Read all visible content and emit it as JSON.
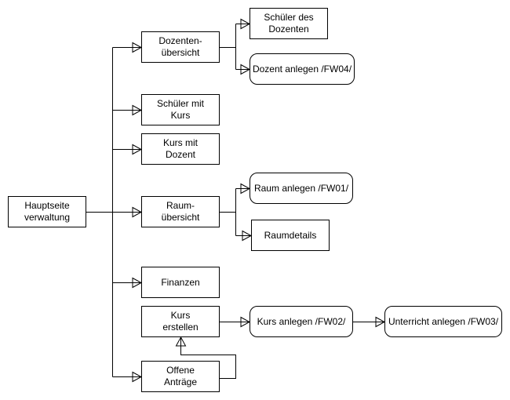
{
  "diagram": {
    "background_color": "#ffffff",
    "stroke_color": "#000000",
    "node_fill_color": "#ffffff",
    "nodes": {
      "hauptseite": {
        "label": "Hauptseite\nverwaltung",
        "shape": "rectangle"
      },
      "dozentenuebersicht": {
        "label": "Dozenten-\nübersicht",
        "shape": "rectangle"
      },
      "schueler_mit_kurs": {
        "label": "Schüler mit\nKurs",
        "shape": "rectangle"
      },
      "kurs_mit_dozent": {
        "label": "Kurs mit\nDozent",
        "shape": "rectangle"
      },
      "raumuebersicht": {
        "label": "Raum-\nübersicht",
        "shape": "rectangle"
      },
      "finanzen": {
        "label": "Finanzen",
        "shape": "rectangle"
      },
      "kurs_erstellen": {
        "label": "Kurs\nerstellen",
        "shape": "rectangle"
      },
      "offene_antraege": {
        "label": "Offene\nAnträge",
        "shape": "rectangle"
      },
      "schueler_des_dozenten": {
        "label": "Schüler des\nDozenten",
        "shape": "rectangle"
      },
      "dozent_anlegen": {
        "label": "Dozent anlegen /FW04/",
        "shape": "rounded"
      },
      "raum_anlegen": {
        "label": "Raum anlegen /FW01/",
        "shape": "rounded"
      },
      "raumdetails": {
        "label": "Raumdetails",
        "shape": "rectangle"
      },
      "kurs_anlegen": {
        "label": "Kurs anlegen /FW02/",
        "shape": "rounded"
      },
      "unterricht_anlegen": {
        "label": "Unterricht anlegen /FW03/",
        "shape": "rounded"
      }
    },
    "edges": [
      {
        "from": "hauptseite",
        "to": "dozentenuebersicht",
        "arrow": "open-triangle"
      },
      {
        "from": "hauptseite",
        "to": "schueler_mit_kurs",
        "arrow": "open-triangle"
      },
      {
        "from": "hauptseite",
        "to": "kurs_mit_dozent",
        "arrow": "open-triangle"
      },
      {
        "from": "hauptseite",
        "to": "raumuebersicht",
        "arrow": "open-triangle"
      },
      {
        "from": "hauptseite",
        "to": "finanzen",
        "arrow": "open-triangle"
      },
      {
        "from": "hauptseite",
        "to": "offene_antraege",
        "arrow": "open-triangle"
      },
      {
        "from": "dozentenuebersicht",
        "to": "schueler_des_dozenten",
        "arrow": "open-triangle"
      },
      {
        "from": "dozentenuebersicht",
        "to": "dozent_anlegen",
        "arrow": "open-triangle"
      },
      {
        "from": "raumuebersicht",
        "to": "raum_anlegen",
        "arrow": "open-triangle"
      },
      {
        "from": "raumuebersicht",
        "to": "raumdetails",
        "arrow": "open-triangle"
      },
      {
        "from": "kurs_erstellen",
        "to": "kurs_anlegen",
        "arrow": "open-triangle"
      },
      {
        "from": "kurs_anlegen",
        "to": "unterricht_anlegen",
        "arrow": "open-triangle"
      },
      {
        "from": "offene_antraege",
        "to": "kurs_erstellen",
        "arrow": "open-triangle"
      }
    ]
  }
}
